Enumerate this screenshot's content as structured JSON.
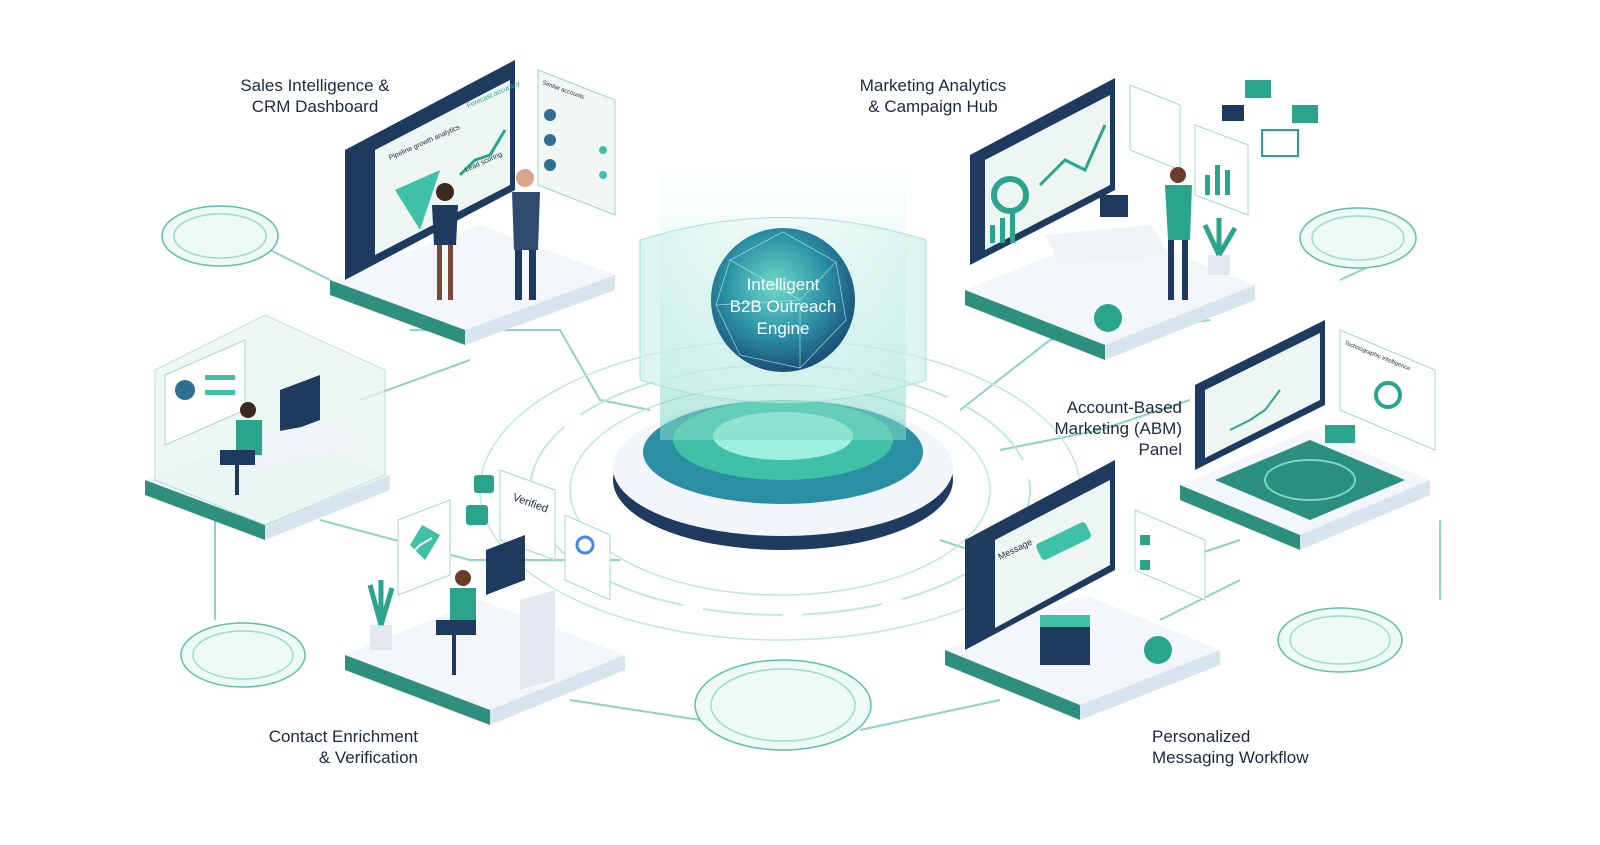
{
  "core": {
    "title_lines": [
      "Intelligent",
      "B2B Outreach",
      "Engine"
    ]
  },
  "modules": {
    "sales": {
      "title_lines": [
        "Sales Intelligence &",
        "CRM Dashboard"
      ]
    },
    "marketing": {
      "title_lines": [
        "Marketing Analytics",
        "& Campaign Hub"
      ]
    },
    "abm": {
      "title_lines": [
        "Account-Based",
        "Marketing (ABM)",
        "Panel"
      ]
    },
    "enrichment": {
      "title_lines": [
        "Contact Enrichment",
        "& Verification"
      ]
    },
    "messaging": {
      "title_lines": [
        "Personalized",
        "Messaging Workflow"
      ]
    }
  },
  "screen_texts": {
    "pipeline": "Pipeline growth analytics",
    "forecast": "Forecast accuracy",
    "lead_scoring": "Lead scoring",
    "similar": "Similar accounts",
    "verified": "Verified",
    "message_panel": "Message",
    "technographic": "Technographic intelligence"
  },
  "colors": {
    "teal": "#2aa58c",
    "teal_light": "#7fd6c4",
    "navy": "#1f3a5f",
    "text": "#1b2a3c",
    "platform_edge": "#2f8f7d"
  }
}
